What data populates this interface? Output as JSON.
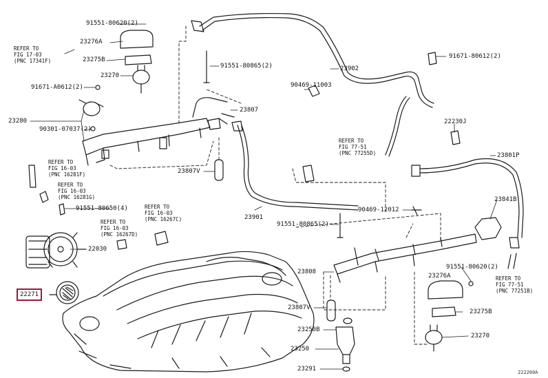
{
  "labels": {
    "p91551_80620_a": "91551-80620(2)",
    "p23276a_a": "23276A",
    "p23275b_a": "23275B",
    "p23270_a": "23270",
    "p91551_80865_a": "91551-80865(2)",
    "p91671_a0612": "91671-A0612(2)",
    "p23280": "23280",
    "p90301_07037": "90301-07037(2)",
    "p23807": "23807",
    "p23807v_a": "23807V",
    "p90469_11003": "90469-11003",
    "p23902": "23902",
    "p91671_80612": "91671-80612(2)",
    "p22230j": "22230J",
    "p23801p": "23801P",
    "p90469_12012": "90469-12012",
    "p23901": "23901",
    "p91551_80650": "91551-80650(4)",
    "p22030": "22030",
    "p22271": "22271",
    "p23841b": "23841B",
    "p91551_80865_b": "91551-80865(2)",
    "p23808": "23808",
    "p23807v_b": "23807V",
    "p23250b": "23250B",
    "p23250": "23250",
    "p23291": "23291",
    "p91551_80620_b": "91551-80620(2)",
    "p23276a_b": "23276A",
    "p23275b_b": "23275B",
    "p23270_b": "23270"
  },
  "refs": {
    "r17_03": "REFER TO\nFIG 17-03\n(PNC 17341F)",
    "r16_03_a": "REFER TO\nFIG 16-03\n(PNC 16281F)",
    "r16_03_b": "REFER TO\nFIG 16-03\n(PNC 16281G)",
    "r16_03_c": "REFER TO\nFIG 16-03\n(PNC 16267D)",
    "r16_03_d": "REFER TO\nFIG 16-03\n(PNC 16267C)",
    "r77_51_a": "REFER TO\nFIG 77-51\n(PNC 77255D)",
    "r77_51_b": "REFER TO\nFIG 77-51\n(PNC 77251B)"
  },
  "footer": {
    "code": "222260A"
  },
  "colors": {
    "ink": "#1a1a1a",
    "highlight": "#9b1b3a"
  }
}
